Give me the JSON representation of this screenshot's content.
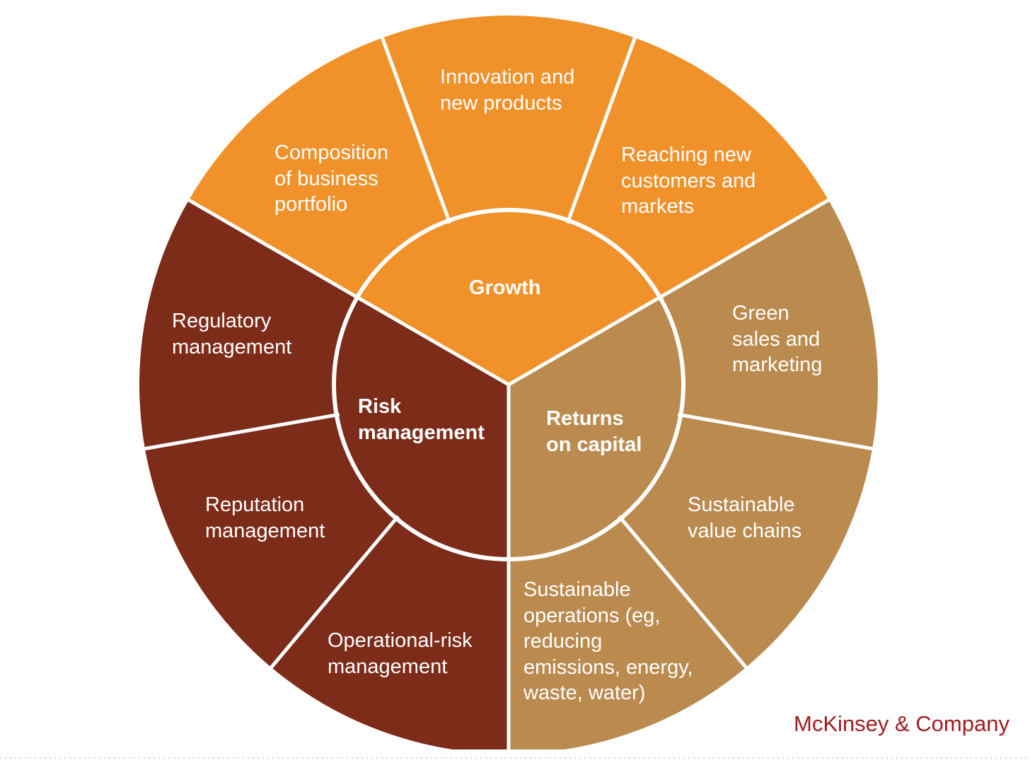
{
  "diagram": {
    "type": "sunburst",
    "description": "Three-sector wheel: inner circle with three category wedges, outer ring with three sub-segments per category",
    "divider_color": "#FFFFFF",
    "sectors": [
      {
        "id": "growth",
        "label": "Growth",
        "color": "#F0912A",
        "segments": [
          {
            "id": "composition-of-business-portfolio",
            "label": "Composition\nof business\nportfolio"
          },
          {
            "id": "innovation-and-new-products",
            "label": "Innovation and\nnew products"
          },
          {
            "id": "reaching-new-customers-and-markets",
            "label": "Reaching new\ncustomers and\nmarkets"
          }
        ]
      },
      {
        "id": "returns-on-capital",
        "label": "Returns\non capital",
        "color": "#BA8A4E",
        "segments": [
          {
            "id": "green-sales-and-marketing",
            "label": "Green\nsales and\nmarketing"
          },
          {
            "id": "sustainable-value-chains",
            "label": "Sustainable\nvalue chains"
          },
          {
            "id": "sustainable-operations",
            "label": "Sustainable\noperations (eg,\nreducing\nemissions, energy,\nwaste, water)"
          }
        ]
      },
      {
        "id": "risk-management",
        "label": "Risk\nmanagement",
        "color": "#7C2C19",
        "segments": [
          {
            "id": "regulatory-management",
            "label": "Regulatory\nmanagement"
          },
          {
            "id": "reputation-management",
            "label": "Reputation\nmanagement"
          },
          {
            "id": "operational-risk-management",
            "label": "Operational-risk\nmanagement"
          }
        ]
      }
    ]
  },
  "footer": {
    "brand": "McKinsey & Company",
    "brand_color": "#9F1D21"
  },
  "canvas": {
    "background": "#FFFFFF",
    "dotted_border_color": "#D2D2D2"
  }
}
